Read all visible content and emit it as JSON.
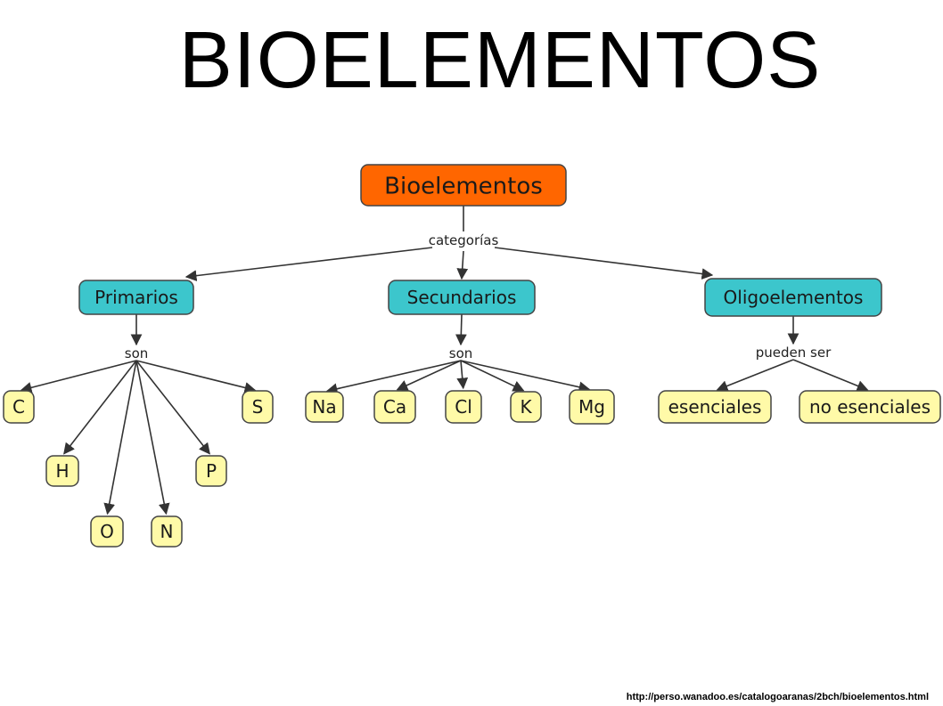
{
  "title": "BIOELEMENTOS",
  "source_url": "http://perso.wanadoo.es/catalogoaranas/2bch/bioelementos.html",
  "colors": {
    "root": "#FF6600",
    "category": "#3CC6CC",
    "element": "#FFFAA8",
    "edge": "#333333"
  },
  "concept_map": {
    "root": "Bioelementos",
    "link_root": "categorías",
    "categories": [
      {
        "label": "Primarios",
        "link": "son",
        "items": [
          "C",
          "H",
          "O",
          "N",
          "P",
          "S"
        ]
      },
      {
        "label": "Secundarios",
        "link": "son",
        "items": [
          "Na",
          "Ca",
          "Cl",
          "K",
          "Mg"
        ]
      },
      {
        "label": "Oligoelementos",
        "link": "pueden ser",
        "items": [
          "esenciales",
          "no esenciales"
        ]
      }
    ]
  }
}
